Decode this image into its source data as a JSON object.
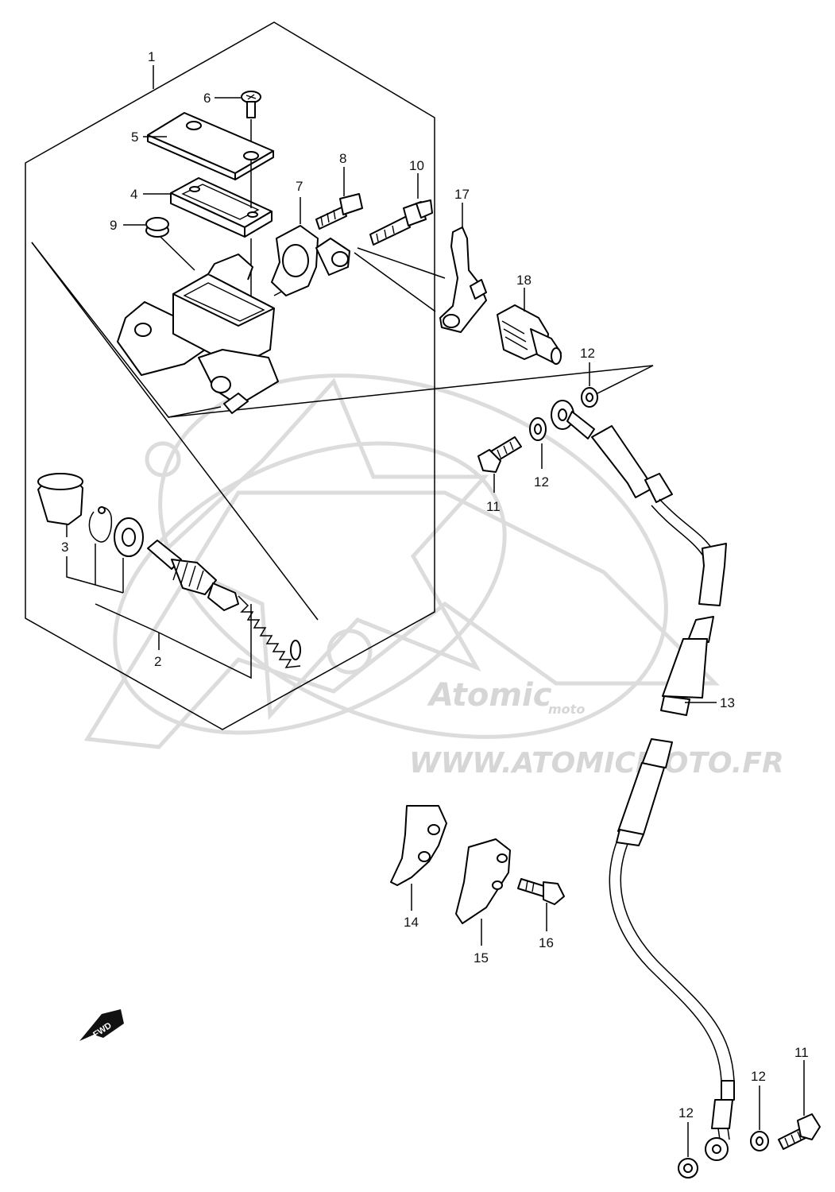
{
  "watermark": {
    "brand": "Atomic",
    "sub": "moto",
    "url": "WWW.ATOMICMOTO.FR",
    "color": "#d9d9d9"
  },
  "fwd_label": "FWD",
  "callouts": {
    "p1": "1",
    "p2": "2",
    "p3": "3",
    "p4": "4",
    "p5": "5",
    "p6": "6",
    "p7": "7",
    "p8": "8",
    "p9": "9",
    "p10": "10",
    "p11a": "11",
    "p11b": "11",
    "p12a": "12",
    "p12b": "12",
    "p12c": "12",
    "p12d": "12",
    "p13": "13",
    "p14": "14",
    "p15": "15",
    "p16": "16",
    "p17": "17",
    "p18": "18"
  }
}
